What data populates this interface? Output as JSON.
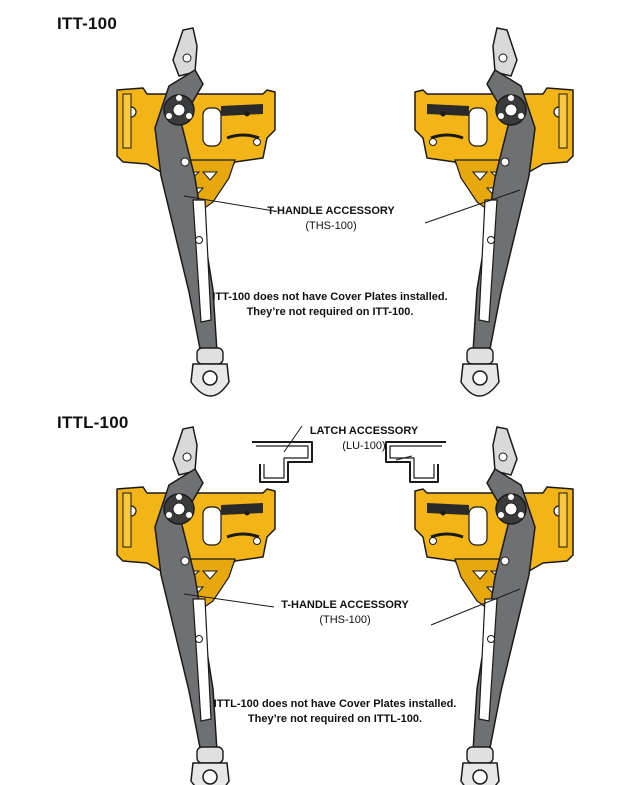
{
  "sections": [
    {
      "title": "ITT-100",
      "callout": {
        "name": "T-HANDLE ACCESSORY",
        "code": "(THS-100)"
      },
      "note": {
        "line1": "ITT-100 does not have Cover Plates installed.",
        "line2": "They’re not required on ITT-100."
      }
    },
    {
      "title": "ITTL-100",
      "latch": {
        "name": "LATCH ACCESSORY",
        "code": "(LU-100)"
      },
      "callout": {
        "name": "T-HANDLE ACCESSORY",
        "code": "(THS-100)"
      },
      "note": {
        "line1": "ITTL-100 does not have Cover Plates installed.",
        "line2": "They’re not required on ITTL-100."
      }
    }
  ],
  "colors": {
    "body": "#f2b416",
    "body_dark": "#c88a00",
    "handle": "#6f7072",
    "handle_dark": "#3a3b3d",
    "outline": "#1a1a1a"
  }
}
